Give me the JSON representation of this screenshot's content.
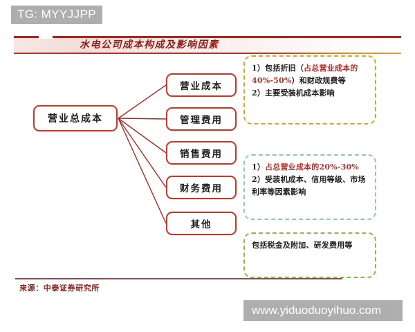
{
  "overlay": {
    "tg_tag": "TG: MYYJJPP",
    "site_watermark": "www.yiduoduoyihuo.com"
  },
  "banner": {
    "title": "水电公司成本构成及影响因素",
    "accent_color": "#8d1d18",
    "rule_color": "#9e2a26"
  },
  "diagram": {
    "root": {
      "label": "营业总成本"
    },
    "children": [
      {
        "label": "营业成本"
      },
      {
        "label": "管理费用"
      },
      {
        "label": "销售费用"
      },
      {
        "label": "财务费用"
      },
      {
        "label": "其他"
      }
    ],
    "node_border_color": "#c0392b"
  },
  "panels": [
    {
      "id": "panel-operating-cost",
      "border_color": "#d9a520",
      "lines": [
        {
          "prefix": "1）包括折旧（",
          "highlight": "占总营业成本的40%-50%",
          "suffix": "）和财政规费等"
        },
        {
          "prefix": "2）主要受装机成本影响",
          "highlight": "",
          "suffix": ""
        }
      ]
    },
    {
      "id": "panel-financial-cost",
      "border_color": "#8fc6c4",
      "lines": [
        {
          "prefix": "1）",
          "highlight": "占总营业成本的20%-30%",
          "suffix": ""
        },
        {
          "prefix": "2）受装机成本、信用等级、市场利率等因素影响",
          "highlight": "",
          "suffix": ""
        }
      ]
    },
    {
      "id": "panel-other-cost",
      "border_color": "#8cb843",
      "lines": [
        {
          "prefix": "包括税金及附加、研发费用等",
          "highlight": "",
          "suffix": ""
        }
      ]
    }
  ],
  "footer": {
    "source": "来源：中泰证券研究所"
  }
}
